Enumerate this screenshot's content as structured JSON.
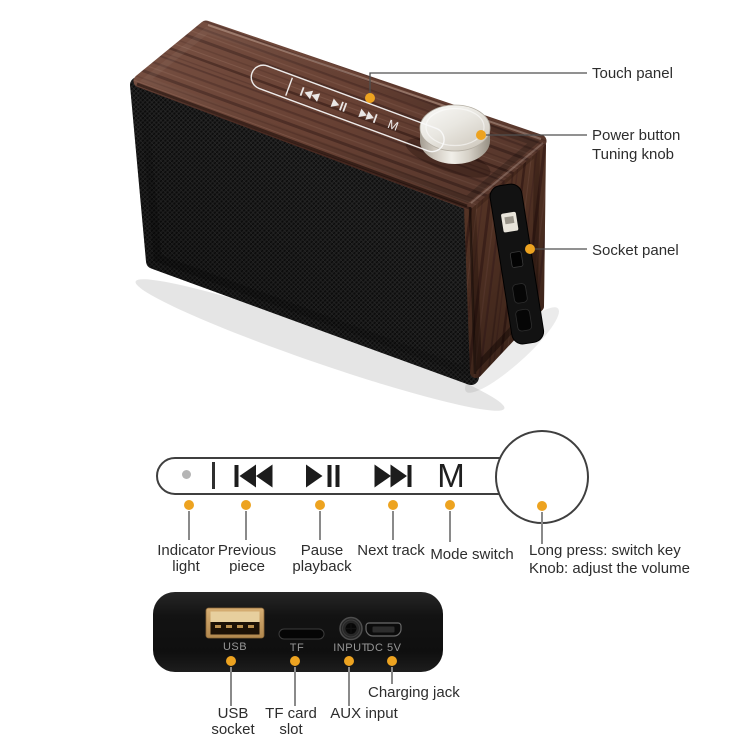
{
  "callouts": {
    "touch_panel": "Touch panel",
    "power_button": "Power button",
    "tuning_knob": "Tuning knob",
    "socket_panel": "Socket panel"
  },
  "controls": {
    "mode_letter": "M",
    "indicator_label": "Indicator light",
    "previous_label": "Previous piece",
    "pause_label": "Pause playback",
    "next_label": "Next track",
    "mode_label": "Mode switch",
    "knob_note_line1": "Long press: switch key",
    "knob_note_line2": "Knob: adjust the volume"
  },
  "ports": {
    "usb_port": "USB",
    "tf_port": "TF",
    "input_port": "INPUT",
    "dc_port": "DC 5V",
    "usb_callout": "USB socket",
    "tf_callout": "TF card slot",
    "aux_callout": "AUX input",
    "charging_callout": "Charging jack"
  },
  "colors": {
    "accent_dot": "#EDA320",
    "label_text": "#2D2D2D",
    "port_label_text": "#979797",
    "diagram_outline": "#3F3F3F",
    "wood_base": "#6E4537",
    "mesh_base": "#1F1F1F",
    "knob_silver": "#E9E7E1"
  }
}
